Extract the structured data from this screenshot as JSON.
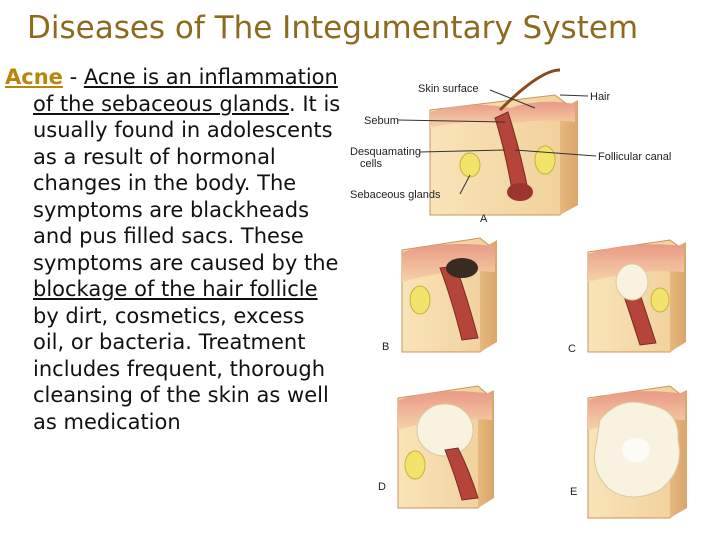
{
  "slide": {
    "title": "Diseases of The Integumentary System",
    "term": "Acne",
    "dash": " - ",
    "text_1": "Acne is an inflammation of the ",
    "link_1": "sebaceous glands",
    "text_2": ". It is usually found in adolescents as a result of hormonal changes in the body. The symptoms are blackheads and pus filled sacs. These symptoms are caused by the ",
    "link_2": "blockage of the hair follicle ",
    "text_3": "by dirt, cosmetics, excess oil, or bacteria.  Treatment includes frequent, thorough cleansing of the skin as well as medication"
  },
  "diagram": {
    "labels": {
      "skin_surface": "Skin surface",
      "hair": "Hair",
      "sebum": "Sebum",
      "desquamating": "Desquamating",
      "cells": "cells",
      "follicular_canal": "Follicular canal",
      "sebaceous_glands": "Sebaceous glands"
    },
    "panels": [
      "A",
      "B",
      "C",
      "D",
      "E"
    ]
  },
  "colors": {
    "title": "#8c6a1e",
    "term": "#b8860b",
    "skin": "#f3c7a0",
    "dermis": "#f7e0b0",
    "follicle": "#b5443a",
    "gland": "#f2e36a",
    "pus": "#f8f2e0"
  }
}
